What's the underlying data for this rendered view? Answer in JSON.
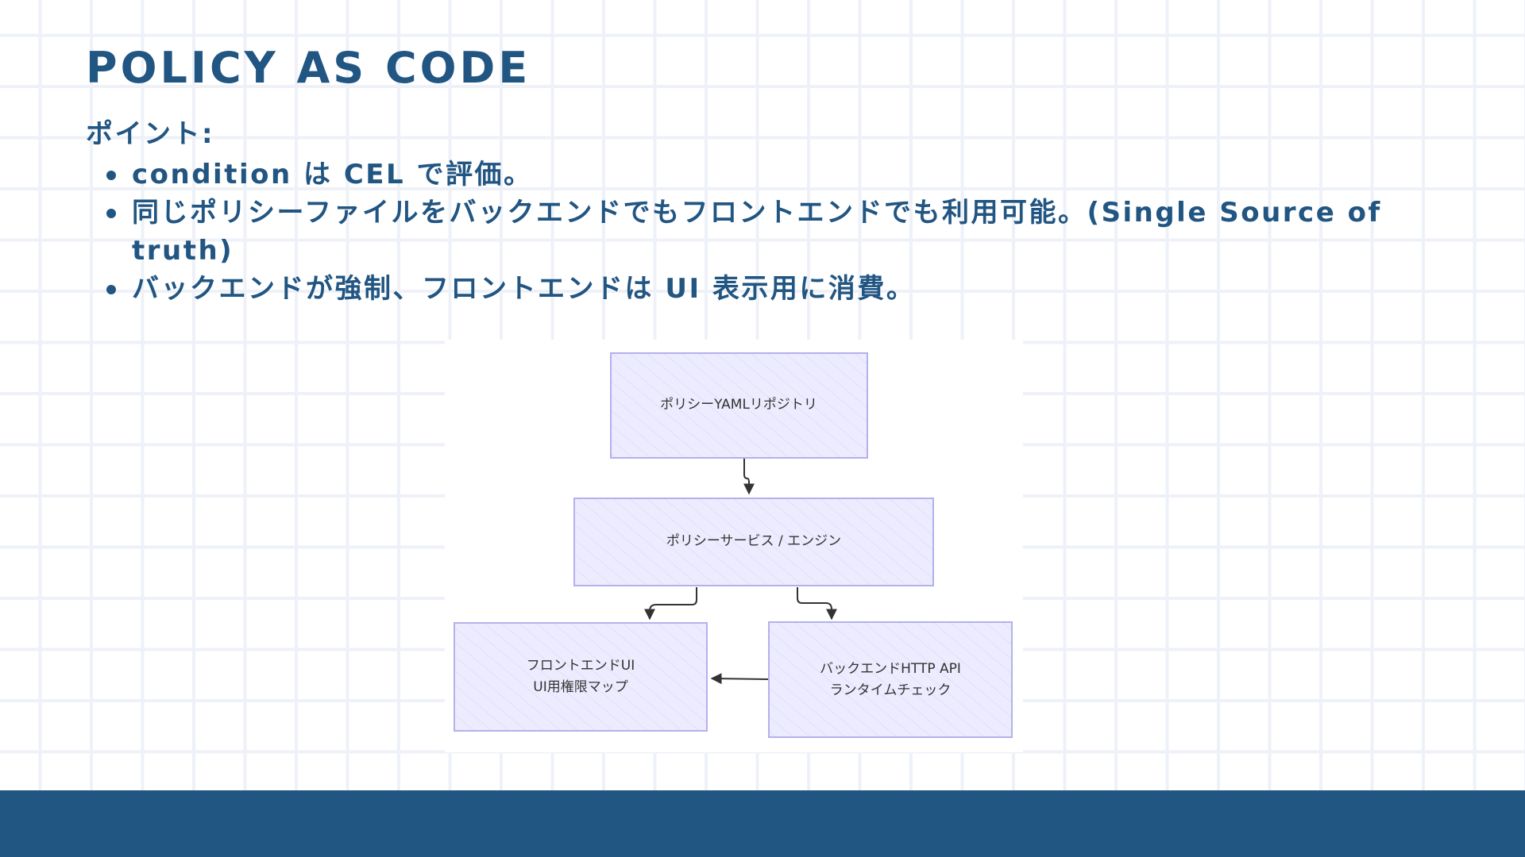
{
  "slide": {
    "title": "POLICY AS CODE",
    "points_heading": "ポイント:",
    "points": [
      "condition は CEL で評価。",
      "同じポリシーファイルをバックエンドでもフロントエンドでも利用可能。(Single Source of truth)",
      "バックエンドが強制、フロントエンドは UI 表示用に消費。"
    ]
  },
  "diagram": {
    "nodes": {
      "repo": {
        "line1": "ポリシーYAMLリポジトリ"
      },
      "service": {
        "line1": "ポリシーサービス / エンジン"
      },
      "frontend": {
        "line1": "フロントエンドUI",
        "line2": "UI用権限マップ"
      },
      "backend": {
        "line1": "バックエンドHTTP API",
        "line2": "ランタイムチェック"
      }
    },
    "edges": [
      {
        "from": "repo",
        "to": "service"
      },
      {
        "from": "service",
        "to": "frontend"
      },
      {
        "from": "service",
        "to": "backend"
      },
      {
        "from": "backend",
        "to": "frontend"
      }
    ],
    "colors": {
      "node_fill": "#ececfe",
      "node_stroke": "#b4b0ee",
      "edge": "#333333"
    }
  },
  "theme": {
    "accent": "#215582",
    "grid": "#eef1f8",
    "background": "#ffffff"
  }
}
